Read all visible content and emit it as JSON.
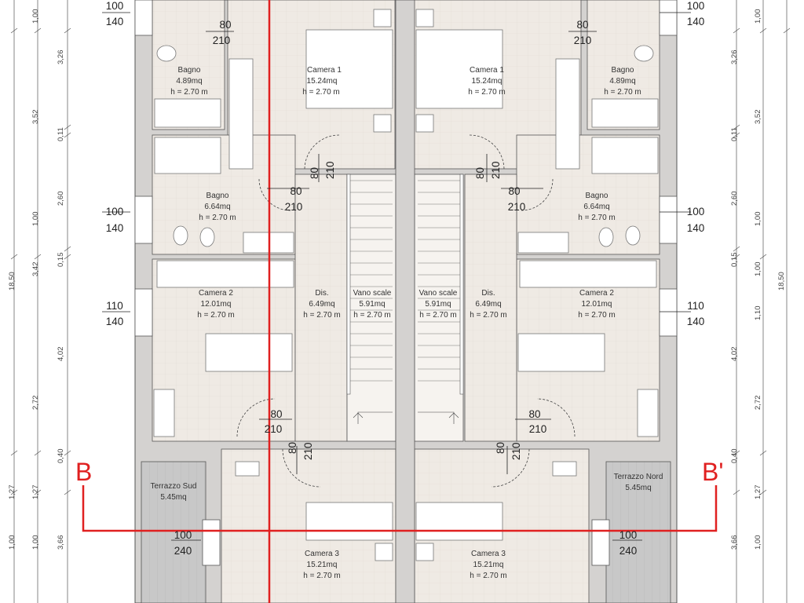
{
  "rooms": {
    "camera1_l": {
      "name": "Camera 1",
      "area": "15.24mq",
      "height": "h = 2.70 m"
    },
    "camera1_r": {
      "name": "Camera 1",
      "area": "15.24mq",
      "height": "h = 2.70 m"
    },
    "bagno_tl": {
      "name": "Bagno",
      "area": "4.89mq",
      "height": "h = 2.70 m"
    },
    "bagno_tr": {
      "name": "Bagno",
      "area": "4.89mq",
      "height": "h = 2.70 m"
    },
    "bagno_ml": {
      "name": "Bagno",
      "area": "6.64mq",
      "height": "h = 2.70 m"
    },
    "bagno_mr": {
      "name": "Bagno",
      "area": "6.64mq",
      "height": "h = 2.70 m"
    },
    "camera2_l": {
      "name": "Camera 2",
      "area": "12.01mq",
      "height": "h = 2.70 m"
    },
    "camera2_r": {
      "name": "Camera 2",
      "area": "12.01mq",
      "height": "h = 2.70 m"
    },
    "dis_l": {
      "name": "Dis.",
      "area": "6.49mq",
      "height": "h = 2.70 m"
    },
    "dis_r": {
      "name": "Dis.",
      "area": "6.49mq",
      "height": "h = 2.70 m"
    },
    "vano_l": {
      "name": "Vano scale",
      "area": "5.91mq",
      "height": "h = 2.70 m"
    },
    "vano_r": {
      "name": "Vano scale",
      "area": "5.91mq",
      "height": "h = 2.70 m"
    },
    "terrazzo_l": {
      "name": "Terrazzo Sud",
      "area": "5.45mq"
    },
    "terrazzo_r": {
      "name": "Terrazzo Nord",
      "area": "5.45mq"
    },
    "camera3_l": {
      "name": "Camera 3",
      "area": "15.21mq",
      "height": "h = 2.70 m"
    },
    "camera3_r": {
      "name": "Camera 3",
      "area": "15.21mq",
      "height": "h = 2.70 m"
    }
  },
  "openings": {
    "win_tl": {
      "w": "100",
      "h": "140"
    },
    "win_tr": {
      "w": "100",
      "h": "140"
    },
    "win_ml": {
      "w": "100",
      "h": "140"
    },
    "win_mr": {
      "w": "100",
      "h": "140"
    },
    "win_cl": {
      "w": "110",
      "h": "140"
    },
    "win_cr": {
      "w": "110",
      "h": "140"
    },
    "win_bl": {
      "w": "100",
      "h": "240"
    },
    "win_br": {
      "w": "100",
      "h": "240"
    },
    "door_b1l": {
      "w": "80",
      "h": "210"
    },
    "door_b1r": {
      "w": "80",
      "h": "210"
    },
    "door_c1l": {
      "w": "80",
      "h": "210"
    },
    "door_c1r": {
      "w": "80",
      "h": "210"
    },
    "door_b2l": {
      "w": "80",
      "h": "210"
    },
    "door_b2r": {
      "w": "80",
      "h": "210"
    },
    "door_c2l": {
      "w": "80",
      "h": "210"
    },
    "door_c2r": {
      "w": "80",
      "h": "210"
    },
    "door_c3l": {
      "w": "80",
      "h": "210"
    },
    "door_c3r": {
      "w": "80",
      "h": "210"
    }
  },
  "dims": {
    "left_outer": [
      "1,00",
      "3,52",
      "18,50",
      "1,00",
      "3,42",
      "1,27",
      "1,00"
    ],
    "left_mid": [
      "3,26",
      "0,11",
      "2,60",
      "0,15",
      "4,02",
      "2,72",
      "0,40",
      "1,27",
      "1,00",
      "3,66"
    ],
    "right_mid": [
      "1,00",
      "3,26",
      "3,52",
      "0,11",
      "2,60",
      "1,00",
      "0,15",
      "1,00",
      "1,10",
      "4,02",
      "2,72",
      "0,40",
      "1,27",
      "1,00",
      "3,66"
    ],
    "right_outer": [
      "18,50"
    ]
  },
  "section": {
    "left": "B",
    "right": "B'"
  },
  "colors": {
    "wall": "#d4d2d0",
    "floor": "#efeae4",
    "terrace": "#c9c9c9",
    "section_line": "#e02020"
  }
}
